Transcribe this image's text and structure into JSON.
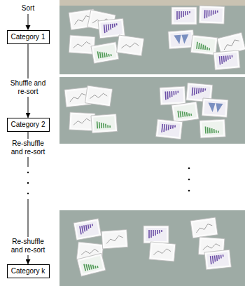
{
  "diagram": {
    "nodes": [
      {
        "text": [
          "Category 1"
        ]
      },
      {
        "text": [
          "Category 2"
        ]
      },
      {
        "text": [
          "Category k"
        ]
      }
    ],
    "edges": [
      {
        "from": 0,
        "to": 1,
        "arrow": "to",
        "label": "Shuffle and re-sort"
      },
      {
        "from": 1,
        "to": 2,
        "arrow": "to",
        "label": "Re-shuffle and re-sort"
      }
    ],
    "labels": [
      "Sort",
      "Re-shuffle and re-sort"
    ]
  }
}
